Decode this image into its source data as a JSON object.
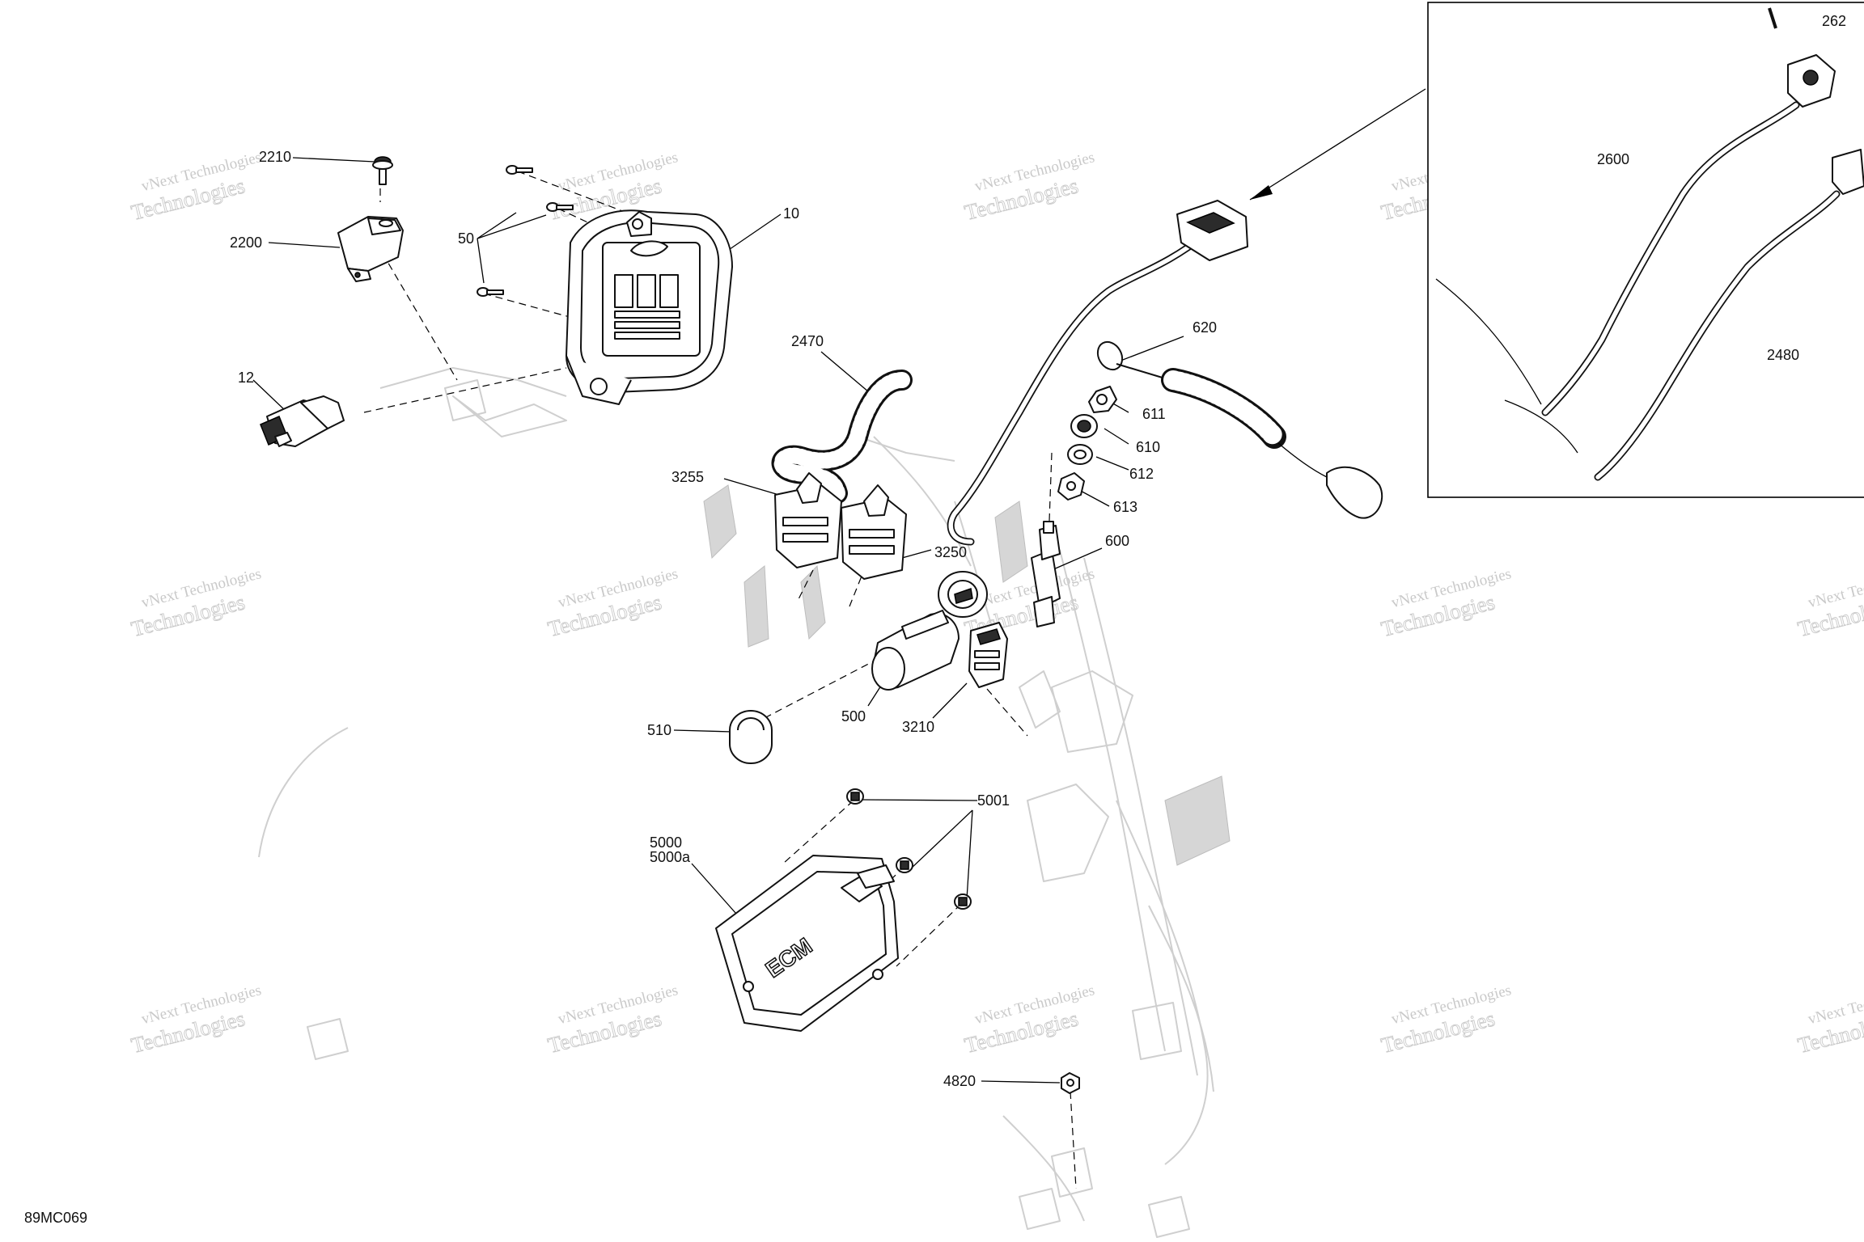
{
  "drawing_code": "89MC069",
  "watermark": {
    "line1": "vNext Technologies",
    "line2": "Technologies"
  },
  "callouts": {
    "c2210": "2210",
    "c2200": "2200",
    "c12": "12",
    "c50": "50",
    "c10": "10",
    "c2470": "2470",
    "c3255": "3255",
    "c3250": "3250",
    "c620": "620",
    "c611": "611",
    "c610": "610",
    "c612": "612",
    "c613": "613",
    "c600": "600",
    "c510": "510",
    "c500": "500",
    "c3210": "3210",
    "c5001": "5001",
    "c5000": "5000",
    "c5000a": "5000a",
    "c4820": "4820",
    "c2600": "2600",
    "c2480": "2480",
    "c262": "262"
  },
  "ecm_marking": "ECM"
}
